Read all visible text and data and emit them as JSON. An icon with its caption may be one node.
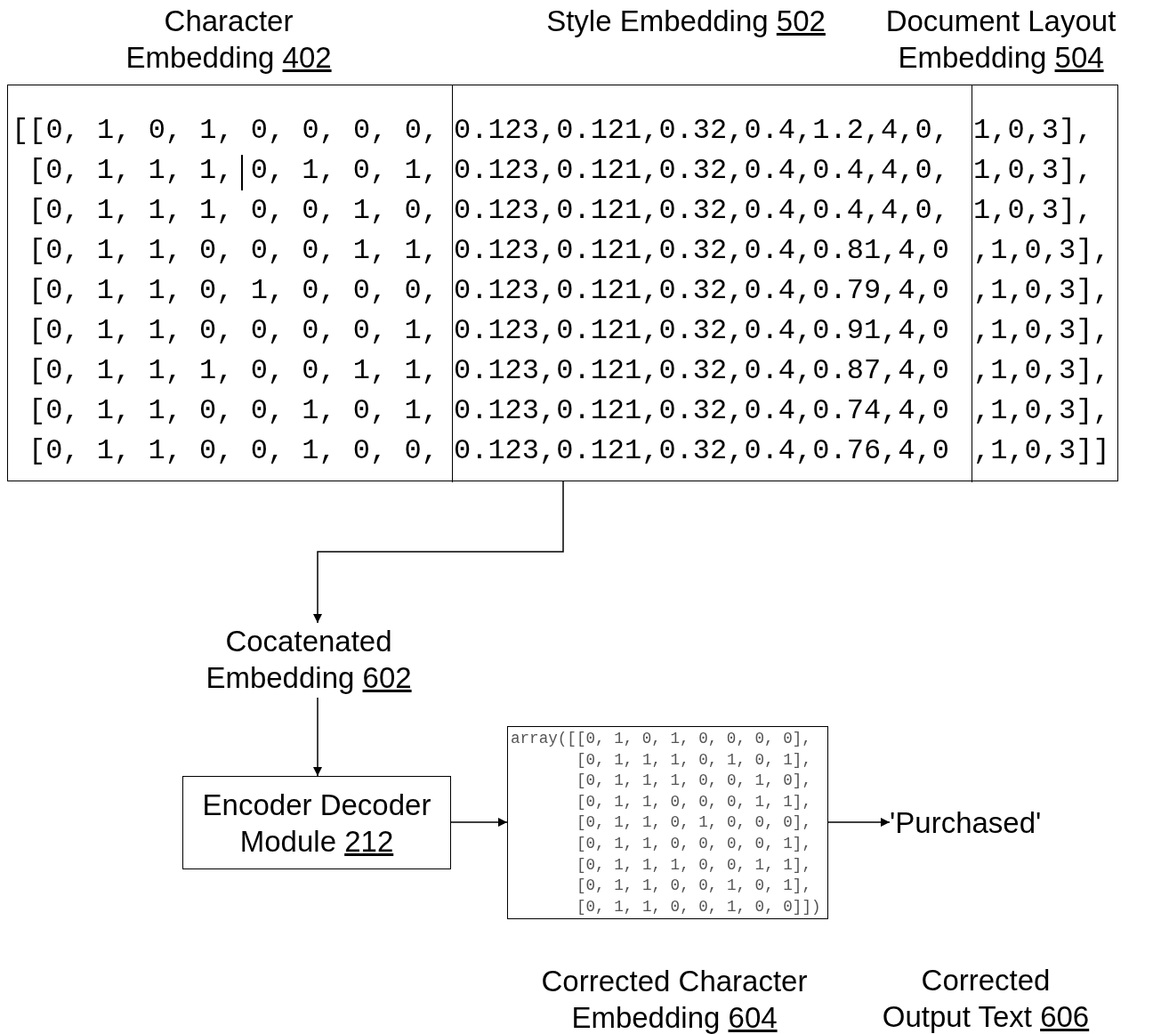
{
  "diagram": {
    "nodes": [
      {
        "text": [],
        "shape": "box"
      },
      {
        "text": [
          "Character Embedding 402",
          "[[0, 1, 0, 1, 0, 0, 0, 0,",
          "[0, 1, 1, 1, 0, 1, 0, 1,",
          "[0, 1, 1, 1, 0, 0, 1, 0,",
          "[0, 1, 1, 0, 0, 0, 1, 1,",
          "[0, 1, 1, 0, 1, 0, 0, 0,",
          "[0, 1, 1, 0, 0, 0, 0, 1,",
          "[0, 1, 1, 1, 0, 0, 1, 1,",
          "[0, 1, 1, 0, 0, 1, 0, 1,",
          "[0, 1, 1, 0, 0, 1, 0, 0,"
        ],
        "in": 0
      },
      {
        "text": [
          "Style Embedding 502",
          "0.123,0.121,0.32,0.4,1.2,4,0,",
          "0.123,0.121,0.32,0.4,0.4,4,0,",
          "0.123,0.121,0.32,0.4,0.4,4,0,",
          "0.123,0.121,0.32,0.4,0.81,4,0",
          "0.123,0.121,0.32,0.4,0.79,4,0",
          "0.123,0.121,0.32,0.4,0.91,4,0",
          "0.123,0.121,0.32,0.4,0.87,4,0",
          "0.123,0.121,0.32,0.4,0.74,4,0",
          "0.123,0.121,0.32,0.4,0.76,4,0"
        ],
        "in": 0
      },
      {
        "text": [
          "Document Layout Embedding 504",
          "1,0,3],",
          "1,0,3],",
          "1,0,3],",
          ",1,0,3],",
          ",1,0,3],",
          ",1,0,3],",
          ",1,0,3],",
          ",1,0,3],",
          ",1,0,3]]"
        ],
        "in": 0
      },
      {
        "text": [
          "Cocatenated Embedding 602"
        ]
      },
      {
        "text": [
          "Encoder Decoder Module 212"
        ]
      },
      {
        "text": [
          "array([[0, 1, 0, 1, 0, 0, 0, 0],",
          "[0, 1, 1, 1, 0, 1, 0, 1],",
          "[0, 1, 1, 1, 0, 0, 1, 0],",
          "[0, 1, 1, 0, 0, 0, 1, 1],",
          "[0, 1, 1, 0, 1, 0, 0, 0],",
          "[0, 1, 1, 0, 0, 0, 0, 1],",
          "[0, 1, 1, 1, 0, 0, 1, 1],",
          "[0, 1, 1, 0, 0, 1, 0, 1],",
          "[0, 1, 1, 0, 0, 1, 0, 0]])"
        ],
        "beside": [
          "Corrected Character Embedding 604"
        ]
      },
      {
        "text": [
          "'Purchased'"
        ]
      }
    ],
    "edges": [
      {
        "from": 2,
        "to": 4,
        "arrow": "to"
      },
      {
        "from": 4,
        "to": 5,
        "arrow": "to"
      },
      {
        "from": 5,
        "to": 6,
        "arrow": "to"
      },
      {
        "from": 6,
        "to": 7,
        "arrow": "to"
      }
    ],
    "labels": [
      "Corrected Output Text 606"
    ]
  }
}
